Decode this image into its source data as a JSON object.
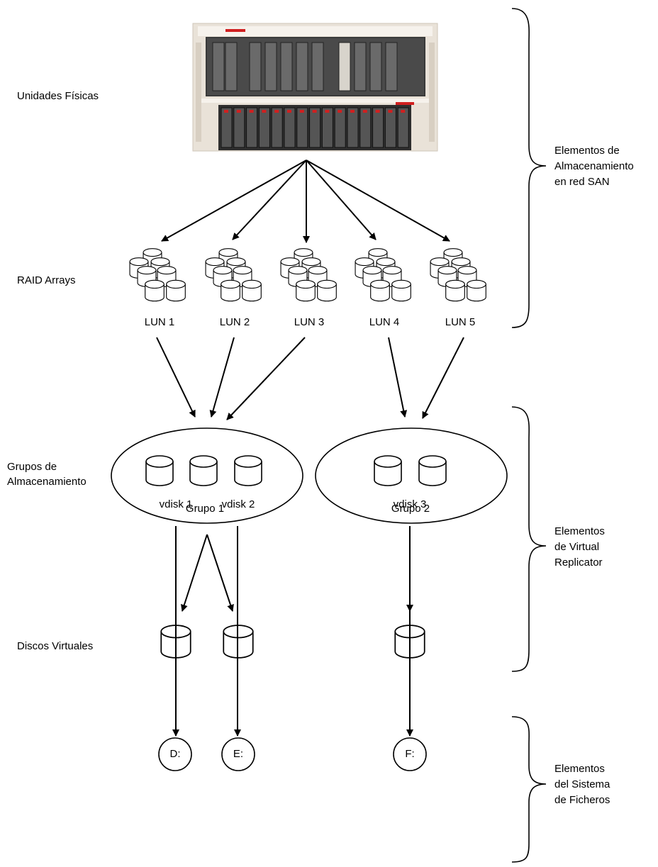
{
  "levels": {
    "physical": "Unidades Físicas",
    "raid": "RAID Arrays",
    "groups": [
      "Grupos de",
      "Almacenamiento"
    ],
    "vdisks": "Discos Virtuales"
  },
  "brackets": {
    "san": [
      "Elementos de",
      "Almacenamiento",
      "en red SAN"
    ],
    "replicator": [
      "Elementos",
      "de Virtual",
      "Replicator"
    ],
    "filesystem": [
      "Elementos",
      "del Sistema",
      "de Ficheros"
    ]
  },
  "luns": [
    "LUN 1",
    "LUN 2",
    "LUN 3",
    "LUN 4",
    "LUN 5"
  ],
  "groups": [
    "Grupo 1",
    "Grupo 2"
  ],
  "vdisks": [
    "vdisk 1",
    "vdisk 2",
    "vdisk 3"
  ],
  "drives": [
    "D:",
    "E:",
    "F:"
  ],
  "colors": {
    "line": "#000000",
    "rack": "#3a3a3a",
    "rack_frame": "#e9e2d8",
    "rack_accent": "#d02020"
  }
}
